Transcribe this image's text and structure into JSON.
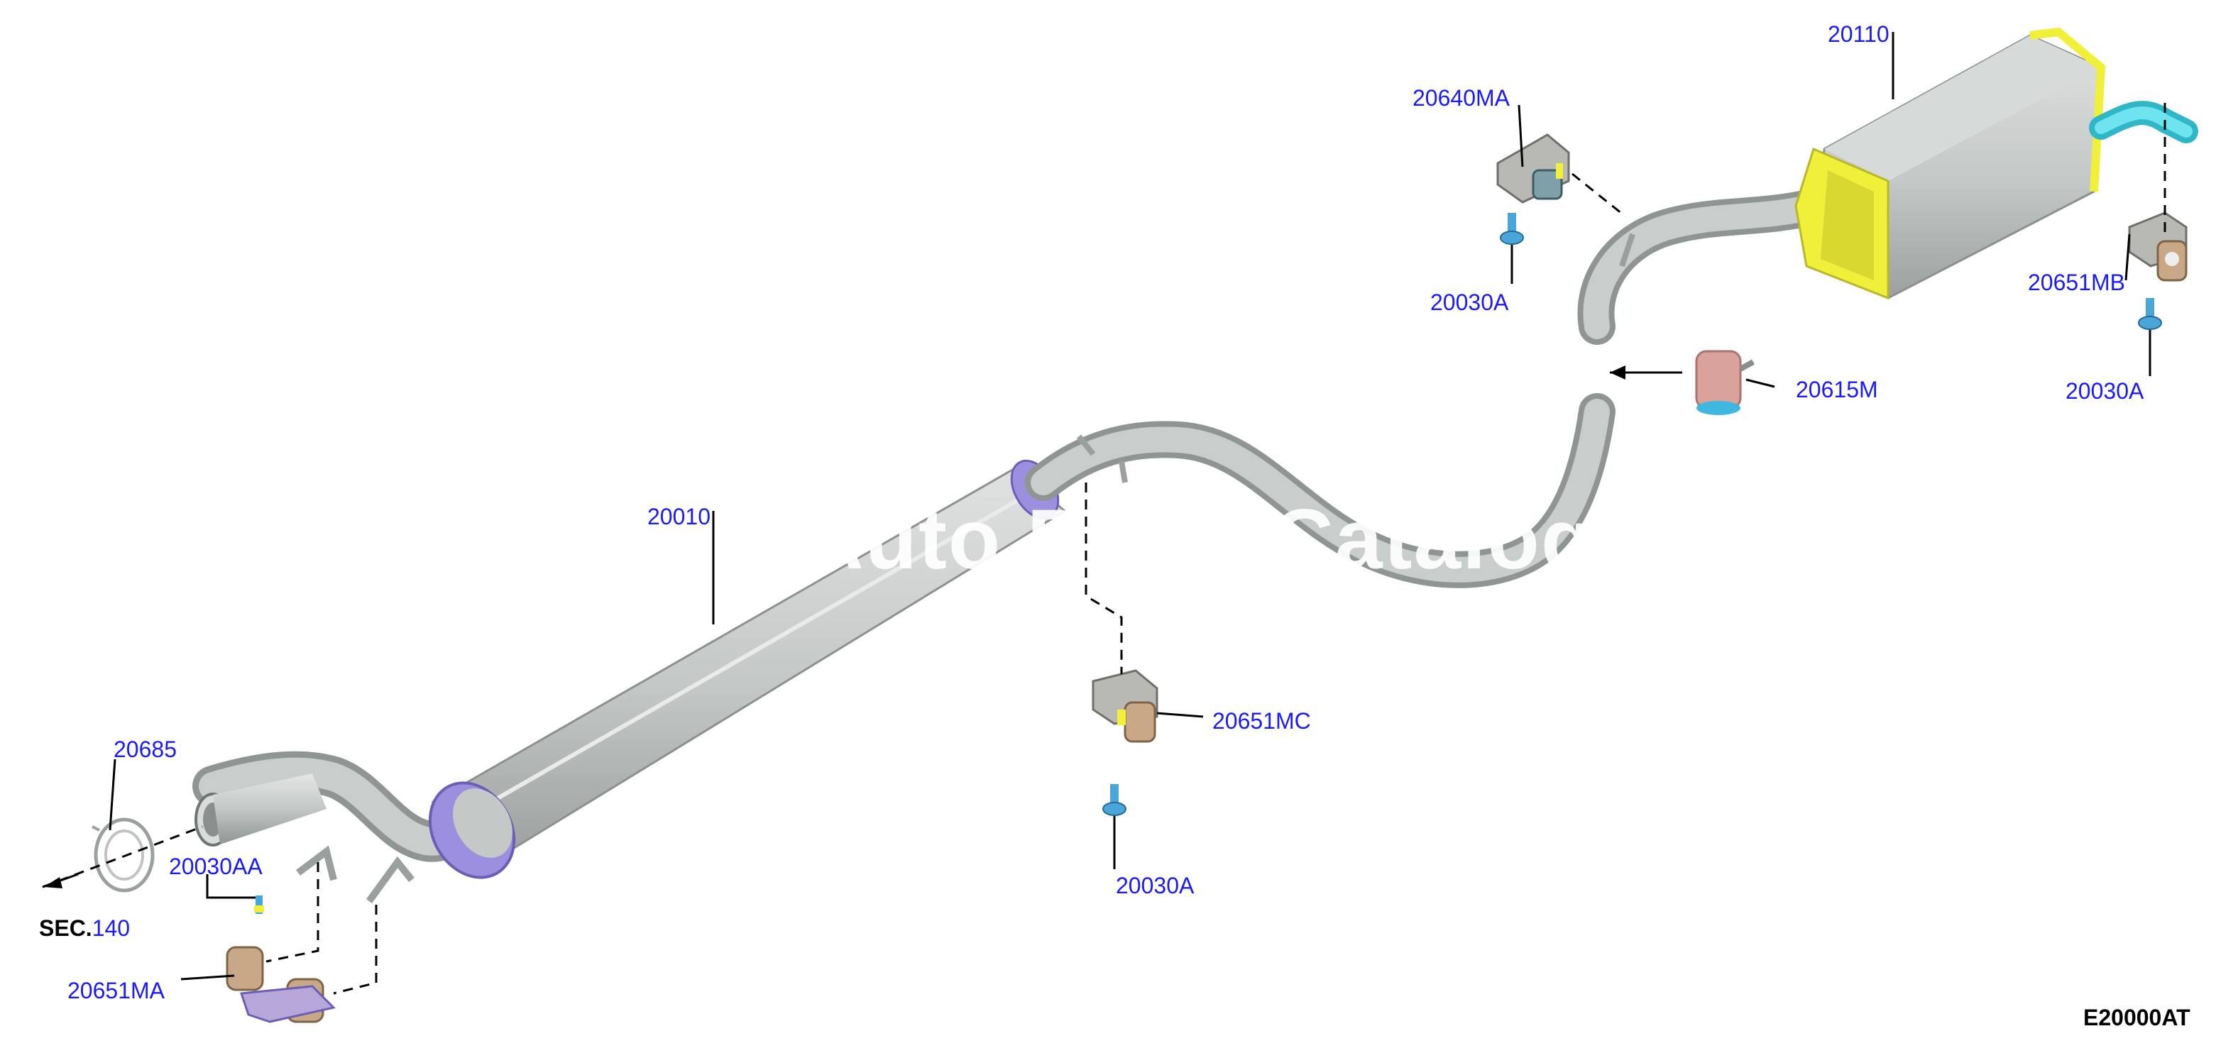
{
  "diagram": {
    "watermark": "Auto Parts Catalog P",
    "figure_code": "E20000AT",
    "section_ref": {
      "prefix": "SEC.",
      "number": "140"
    },
    "colors": {
      "label": "#1a1aff",
      "pipe": "#c3c8c6",
      "muffler_body": "#c9cdcb",
      "muffler_end_front": "#9d8fe0",
      "muffler_end_rear": "#f0ef3a",
      "tailpipe_tip": "#3fd0e0",
      "clamp": "#d9a39c",
      "bracket": "#b9b9b3",
      "rubber": "#c9a887",
      "bolt": "#4aa6d8"
    },
    "labels": {
      "p20110": "20110",
      "p20640MA": "20640MA",
      "p20030A_top": "20030A",
      "p20651MB": "20651MB",
      "p20615M": "20615M",
      "p20030A_right": "20030A",
      "p20010": "20010",
      "p20651MC": "20651MC",
      "p20030A_mid": "20030A",
      "p20685": "20685",
      "p20030AA": "20030AA",
      "p20651MA": "20651MA"
    }
  }
}
